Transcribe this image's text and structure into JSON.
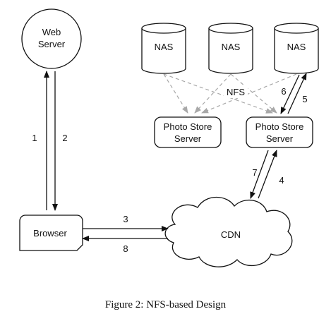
{
  "nodes": {
    "web_server": [
      "Web",
      "Server"
    ],
    "nas": [
      "NAS",
      "NAS",
      "NAS"
    ],
    "nfs_label": "NFS",
    "photo_store_left": [
      "Photo Store",
      "Server"
    ],
    "photo_store_right": [
      "Photo Store",
      "Server"
    ],
    "browser": "Browser",
    "cdn": "CDN"
  },
  "edges": {
    "step1": "1",
    "step2": "2",
    "step3": "3",
    "step4": "4",
    "step5": "5",
    "step6": "6",
    "step7": "7",
    "step8": "8"
  },
  "caption": "Figure 2: NFS-based Design",
  "colors": {
    "line": "#111111",
    "nfs_dashed": "#a8a8a8",
    "background": "#ffffff"
  }
}
